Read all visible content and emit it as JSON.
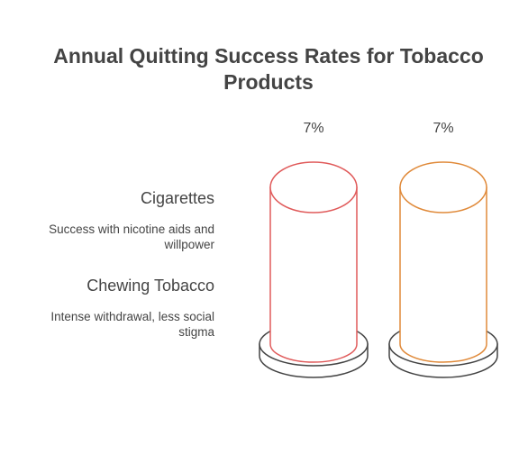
{
  "chart_data": {
    "type": "bar",
    "title": "Annual Quitting Success Rates for Tobacco Products",
    "categories": [
      "Cigarettes",
      "Chewing Tobacco"
    ],
    "descriptions": [
      "Success with nicotine aids and willpower",
      "Intense withdrawal, less social stigma"
    ],
    "values": [
      7,
      7
    ],
    "value_labels": [
      "7%",
      "7%"
    ],
    "unit": "%",
    "colors": [
      "#e05a5a",
      "#e08a3a"
    ]
  }
}
